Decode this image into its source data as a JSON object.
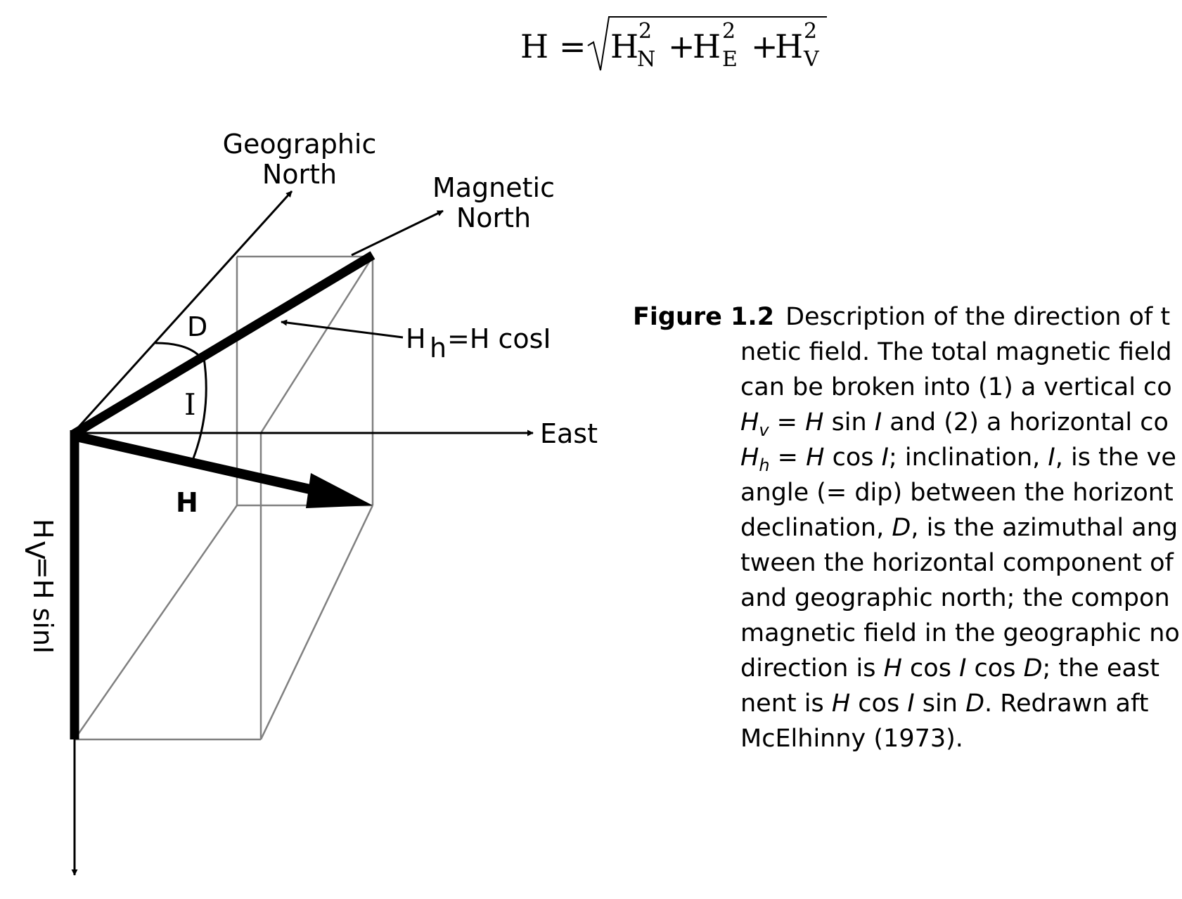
{
  "equation": {
    "lhs": "H",
    "equals": "=",
    "terms": [
      {
        "base": "H",
        "sup": "2",
        "sub": "N"
      },
      {
        "base": "H",
        "sup": "2",
        "sub": "E"
      },
      {
        "base": "H",
        "sup": "2",
        "sub": "V"
      }
    ],
    "plus": "+"
  },
  "diagram": {
    "geographic_north": [
      "Geographic",
      "North"
    ],
    "magnetic_north": [
      "Magnetic",
      "North"
    ],
    "east": "East",
    "declination": "D",
    "inclination": "I",
    "total_field": "H",
    "horizontal": {
      "base": "H",
      "sub": "h",
      "rest": "=H cosI"
    },
    "vertical": {
      "base": "H",
      "sub": "V",
      "rest": "=H sinI"
    }
  },
  "caption": {
    "label": "Figure 1.2",
    "lines": [
      "Description of the direction of t",
      "netic field.  The total magnetic field",
      "can be broken into (1) a vertical co",
      [
        "H",
        "v",
        " = ",
        "H",
        " sin ",
        "I",
        "  and (2) a horizontal co"
      ],
      [
        "H",
        "h",
        " = ",
        "H",
        " cos ",
        "I",
        "; inclination, ",
        "I",
        ", is the ve"
      ],
      "angle (= dip) between the horizont",
      [
        "declination, ",
        "D",
        ", is the azimuthal ang"
      ],
      "tween the horizontal component of",
      "and geographic north; the compon",
      "magnetic field in the geographic no",
      [
        "direction is ",
        "H",
        " cos ",
        "I",
        " cos ",
        "D",
        "; the east"
      ],
      [
        "nent is ",
        "H",
        " cos ",
        "I",
        " sin ",
        "D",
        ".  Redrawn aft"
      ],
      "McElhinny (1973)."
    ]
  },
  "colors": {
    "ink": "#000000",
    "box": "#808080",
    "background": "#ffffff"
  }
}
